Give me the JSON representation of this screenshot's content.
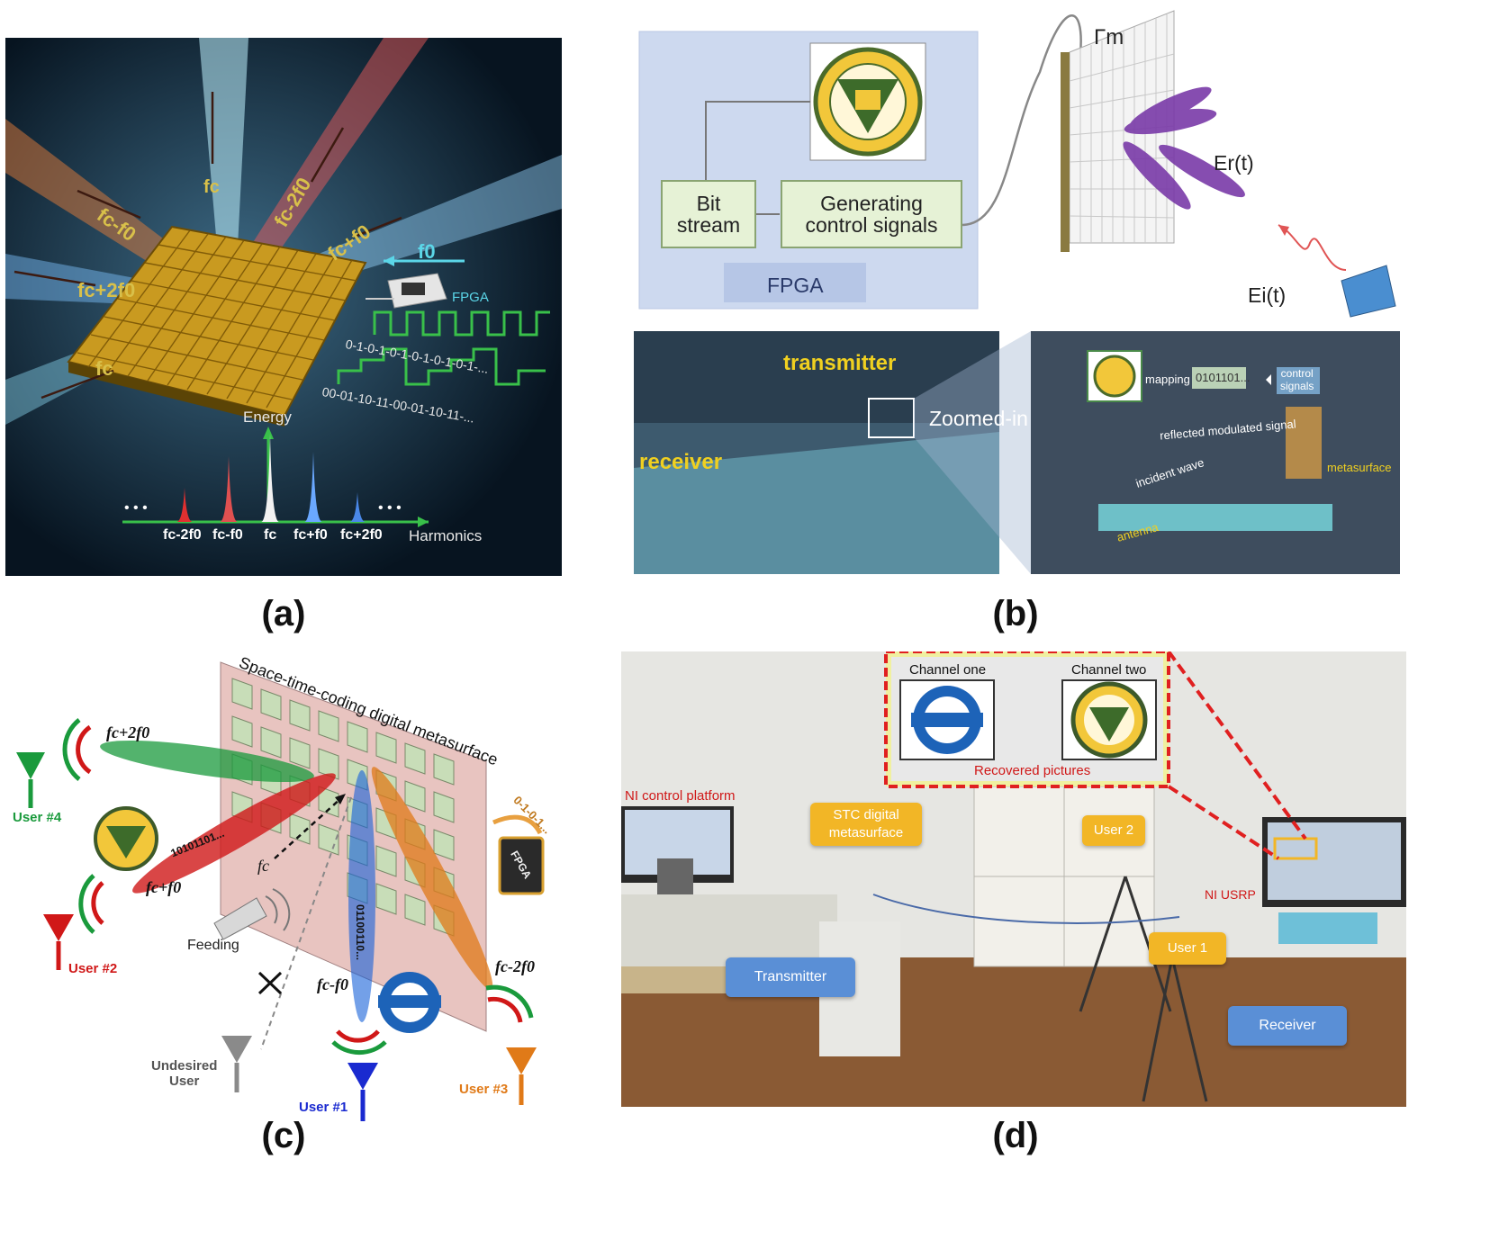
{
  "captions": {
    "a": "(a)",
    "b": "(b)",
    "c": "(c)",
    "d": "(d)"
  },
  "panel_a": {
    "beam_labels": [
      "fc",
      "fc-2f0",
      "fc+f0",
      "f0",
      "fc-f0",
      "fc+2f0",
      "fc"
    ],
    "fpga_label": "FPGA",
    "code_1bit": "0-1-0-1-0-1-0-1-0-1-0-1-...",
    "code_2bit": "00-01-10-11-00-01-10-11-...",
    "energy_label": "Energy",
    "harmonics_label": "Harmonics",
    "harmonic_ticks": [
      "fc-2f0",
      "fc-f0",
      "fc",
      "fc+f0",
      "fc+2f0"
    ],
    "dots": "• • •"
  },
  "panel_b": {
    "bit_stream": "Bit\nstream",
    "generating": "Generating\ncontrol signals",
    "fpga": "FPGA",
    "gamma": "Γm",
    "er": "Er(t)",
    "ei": "Ei(t)",
    "transmitter": "transmitter",
    "receiver": "receiver",
    "zoomed": "Zoomed-in",
    "mapping": "mapping",
    "bits": "0101101...",
    "control": "control\nsignals",
    "reflected": "reflected modulated signal",
    "incident": "incident wave",
    "metasurface": "metasurface",
    "antenna": "antenna"
  },
  "panel_c": {
    "title": "Space-time-coding digital metasurface",
    "beam_fc2f0": "fc+2f0",
    "beam_fcf0": "fc+f0",
    "beam_fcmf0": "fc-f0",
    "beam_fcm2f0": "fc-2f0",
    "fc": "fc",
    "feeding": "Feeding",
    "user4": "User #4",
    "user2": "User #2",
    "user1": "User #1",
    "user3": "User #3",
    "undesired": "Undesired\nUser",
    "bits1": "10101101...",
    "bits2": "01100110...",
    "code": "0-1-0-1...",
    "fpga": "FPGA",
    "colors": {
      "green": "#1a9a3c",
      "red": "#d01818",
      "blue": "#1560d8",
      "orange": "#e07a18"
    }
  },
  "panel_d": {
    "channel_one": "Channel one",
    "channel_two": "Channel two",
    "recovered": "Recovered pictures",
    "ni_control": "NI control platform",
    "stc": "STC digital\nmetasurface",
    "user2": "User 2",
    "user1": "User 1",
    "ni_usrp": "NI USRP",
    "transmitter": "Transmitter",
    "receiver": "Receiver",
    "tag_yellow": "#f2b626",
    "tag_blue": "#5a8fd6"
  }
}
